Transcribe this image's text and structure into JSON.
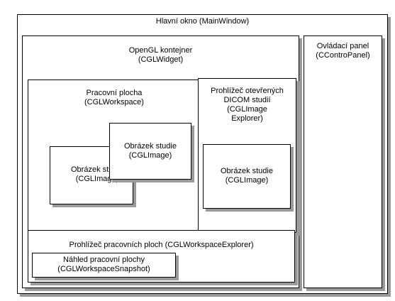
{
  "main_window": {
    "lines": [
      "Hlavní okno (MainWindow)"
    ]
  },
  "opengl_container": {
    "lines": [
      "OpenGL kontejner",
      "(CGLWidget)"
    ]
  },
  "control_panel": {
    "lines": [
      "Ovládací panel",
      "(CControPanel)"
    ]
  },
  "workspace": {
    "lines": [
      "Pracovní plocha",
      "(CGLWorkspace)"
    ]
  },
  "image_back": {
    "lines": [
      "Obrázek studie",
      "(CGLImage)"
    ]
  },
  "image_front": {
    "lines": [
      "Obrázek studie",
      "(CGLImage)"
    ]
  },
  "image_explorer": {
    "lines": [
      "Prohlížeč otevřených",
      "DICOM studií",
      "(CGLImage",
      "Explorer)"
    ]
  },
  "explorer_image": {
    "lines": [
      "Obrázek studie",
      "(CGLImage)"
    ]
  },
  "workspace_explorer": {
    "lines": [
      "Prohlížeč pracovních ploch (CGLWorkspaceExplorer)"
    ]
  },
  "workspace_snapshot": {
    "lines": [
      "Náhled pracovní plochy",
      "(CGLWorkspaceSnapshot)"
    ]
  }
}
